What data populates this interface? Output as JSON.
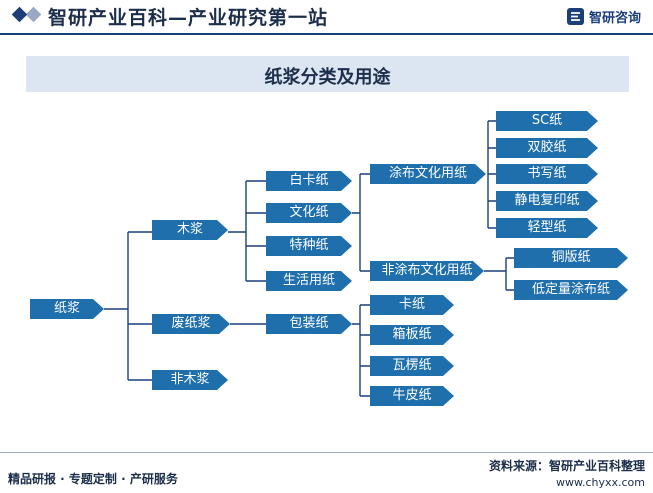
{
  "header": {
    "title": "智研产业百科—产业研究第一站",
    "brand": "智研咨询"
  },
  "diagram": {
    "title": "纸浆分类及用途",
    "root": "纸浆",
    "level1": {
      "wood": "木浆",
      "waste": "废纸浆",
      "nonwood": "非木浆"
    },
    "wood_children": {
      "white_card": "白卡纸",
      "culture": "文化纸",
      "special": "特种纸",
      "household": "生活用纸"
    },
    "culture_children": {
      "coated": "涂布文化用纸",
      "uncoated": "非涂布文化用纸"
    },
    "coated_children": {
      "sc": "SC纸",
      "offset": "双胶纸",
      "writing": "书写纸",
      "electrostatic": "静电复印纸",
      "lightweight": "轻型纸"
    },
    "uncoated_children": {
      "copperplate": "铜版纸",
      "lwc": "低定量涂布纸"
    },
    "waste_child": "包装纸",
    "packaging_children": {
      "card": "卡纸",
      "boxboard": "箱板纸",
      "corrugated": "瓦楞纸",
      "kraft": "牛皮纸"
    }
  },
  "footer": {
    "left": "精品研报 · 专题定制 · 产研服务",
    "source": "资料来源：智研产业百科整理",
    "url": "www.chyxx.com"
  },
  "colors": {
    "node": "#1f6fad",
    "line": "#1c3f7a",
    "banner": "#dce6f2"
  }
}
